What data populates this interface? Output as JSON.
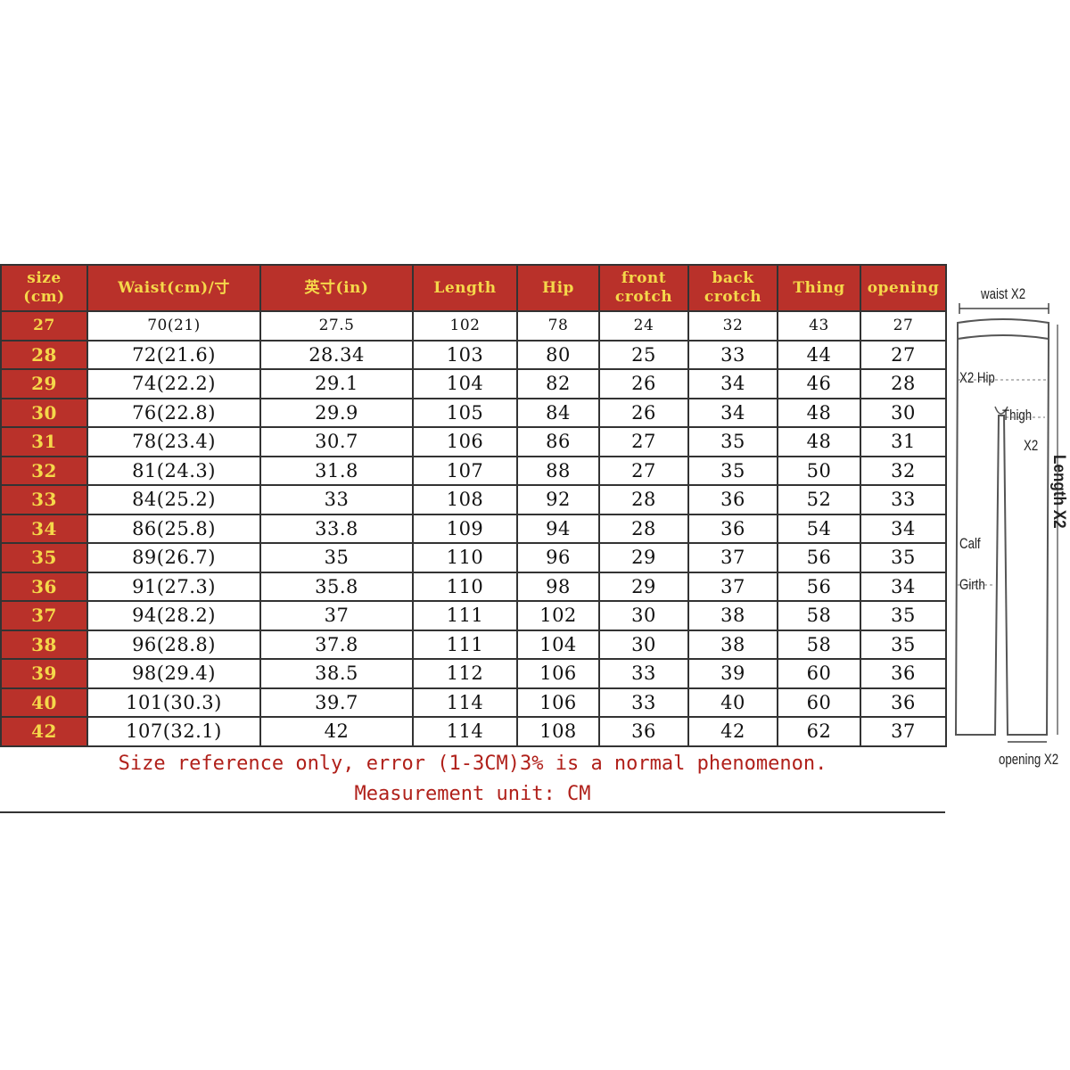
{
  "headers": [
    [
      "size",
      "(cm)"
    ],
    [
      "Waist(cm)/寸"
    ],
    [
      "英寸(in)"
    ],
    [
      "Length"
    ],
    [
      "Hip"
    ],
    [
      "front",
      "crotch"
    ],
    [
      "back",
      "crotch"
    ],
    [
      "Thing"
    ],
    [
      "opening"
    ]
  ],
  "rows": [
    [
      "27",
      "70(21)",
      "27.5",
      "102",
      "78",
      "24",
      "32",
      "43",
      "27"
    ],
    [
      "28",
      "72(21.6)",
      "28.34",
      "103",
      "80",
      "25",
      "33",
      "44",
      "27"
    ],
    [
      "29",
      "74(22.2)",
      "29.1",
      "104",
      "82",
      "26",
      "34",
      "46",
      "28"
    ],
    [
      "30",
      "76(22.8)",
      "29.9",
      "105",
      "84",
      "26",
      "34",
      "48",
      "30"
    ],
    [
      "31",
      "78(23.4)",
      "30.7",
      "106",
      "86",
      "27",
      "35",
      "48",
      "31"
    ],
    [
      "32",
      "81(24.3)",
      "31.8",
      "107",
      "88",
      "27",
      "35",
      "50",
      "32"
    ],
    [
      "33",
      "84(25.2)",
      "33",
      "108",
      "92",
      "28",
      "36",
      "52",
      "33"
    ],
    [
      "34",
      "86(25.8)",
      "33.8",
      "109",
      "94",
      "28",
      "36",
      "54",
      "34"
    ],
    [
      "35",
      "89(26.7)",
      "35",
      "110",
      "96",
      "29",
      "37",
      "56",
      "35"
    ],
    [
      "36",
      "91(27.3)",
      "35.8",
      "110",
      "98",
      "29",
      "37",
      "56",
      "34"
    ],
    [
      "37",
      "94(28.2)",
      "37",
      "111",
      "102",
      "30",
      "38",
      "58",
      "35"
    ],
    [
      "38",
      "96(28.8)",
      "37.8",
      "111",
      "104",
      "30",
      "38",
      "58",
      "35"
    ],
    [
      "39",
      "98(29.4)",
      "38.5",
      "112",
      "106",
      "33",
      "39",
      "60",
      "36"
    ],
    [
      "40",
      "101(30.3)",
      "39.7",
      "114",
      "106",
      "33",
      "40",
      "60",
      "36"
    ],
    [
      "42",
      "107(32.1)",
      "42",
      "114",
      "108",
      "36",
      "42",
      "62",
      "37"
    ]
  ],
  "note": {
    "line1": "Size reference only, error (1-3CM)3% is a normal phenomenon.",
    "line2": "Measurement unit: CM"
  },
  "diagram": {
    "waist": "waist X2",
    "hip": "X2 Hip",
    "thigh": "Thigh",
    "thigh_x2": "X2",
    "length": "Length X2",
    "calf": "Calf",
    "girth": "Girth",
    "opening": "opening X2"
  },
  "colors": {
    "header_bg": "#b9312a",
    "header_text": "#f5d84a",
    "note_text": "#b0201a"
  },
  "chart_data": {
    "type": "table",
    "columns": [
      "size (cm)",
      "Waist(cm)/寸",
      "英寸(in)",
      "Length",
      "Hip",
      "front crotch",
      "back crotch",
      "Thing",
      "opening"
    ],
    "rows": [
      [
        "27",
        "70(21)",
        "27.5",
        "102",
        "78",
        "24",
        "32",
        "43",
        "27"
      ],
      [
        "28",
        "72(21.6)",
        "28.34",
        "103",
        "80",
        "25",
        "33",
        "44",
        "27"
      ],
      [
        "29",
        "74(22.2)",
        "29.1",
        "104",
        "82",
        "26",
        "34",
        "46",
        "28"
      ],
      [
        "30",
        "76(22.8)",
        "29.9",
        "105",
        "84",
        "26",
        "34",
        "48",
        "30"
      ],
      [
        "31",
        "78(23.4)",
        "30.7",
        "106",
        "86",
        "27",
        "35",
        "48",
        "31"
      ],
      [
        "32",
        "81(24.3)",
        "31.8",
        "107",
        "88",
        "27",
        "35",
        "50",
        "32"
      ],
      [
        "33",
        "84(25.2)",
        "33",
        "108",
        "92",
        "28",
        "36",
        "52",
        "33"
      ],
      [
        "34",
        "86(25.8)",
        "33.8",
        "109",
        "94",
        "28",
        "36",
        "54",
        "34"
      ],
      [
        "35",
        "89(26.7)",
        "35",
        "110",
        "96",
        "29",
        "37",
        "56",
        "35"
      ],
      [
        "36",
        "91(27.3)",
        "35.8",
        "110",
        "98",
        "29",
        "37",
        "56",
        "34"
      ],
      [
        "37",
        "94(28.2)",
        "37",
        "111",
        "102",
        "30",
        "38",
        "58",
        "35"
      ],
      [
        "38",
        "96(28.8)",
        "37.8",
        "111",
        "104",
        "30",
        "38",
        "58",
        "35"
      ],
      [
        "39",
        "98(29.4)",
        "38.5",
        "112",
        "106",
        "33",
        "39",
        "60",
        "36"
      ],
      [
        "40",
        "101(30.3)",
        "39.7",
        "114",
        "106",
        "33",
        "40",
        "60",
        "36"
      ],
      [
        "42",
        "107(32.1)",
        "42",
        "114",
        "108",
        "36",
        "42",
        "62",
        "37"
      ]
    ]
  }
}
